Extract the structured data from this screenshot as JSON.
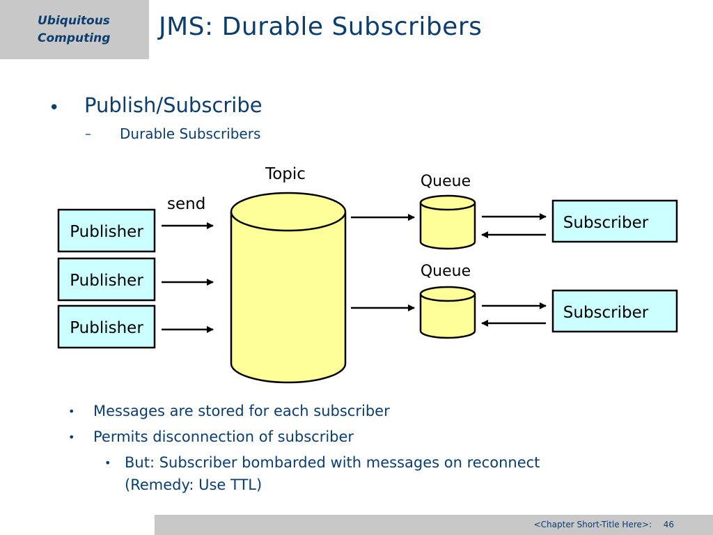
{
  "brand": {
    "line1": "Ubiquitous",
    "line2": "Computing"
  },
  "title": "JMS: Durable Subscribers",
  "bullet_main": "Publish/Subscribe",
  "bullet_dash": "–",
  "bullet_sub": "Durable Subscribers",
  "diagram": {
    "publishers": [
      "Publisher",
      "Publisher",
      "Publisher"
    ],
    "send_label": "send",
    "topic_label": "Topic",
    "queues": [
      "Queue",
      "Queue"
    ],
    "subscribers": [
      "Subscriber",
      "Subscriber"
    ],
    "colors": {
      "box_fill": "#ccffff",
      "cylinder_fill": "#ffff99",
      "stroke": "#000000"
    }
  },
  "notes": [
    "Messages are stored for each subscriber",
    "Permits disconnection of subscriber"
  ],
  "note_nested_line1": "But: Subscriber bombarded with messages on reconnect",
  "note_nested_line2": "(Remedy: Use TTL)",
  "footer": {
    "chapter": "<Chapter Short-Title Here>:",
    "page": "46"
  }
}
